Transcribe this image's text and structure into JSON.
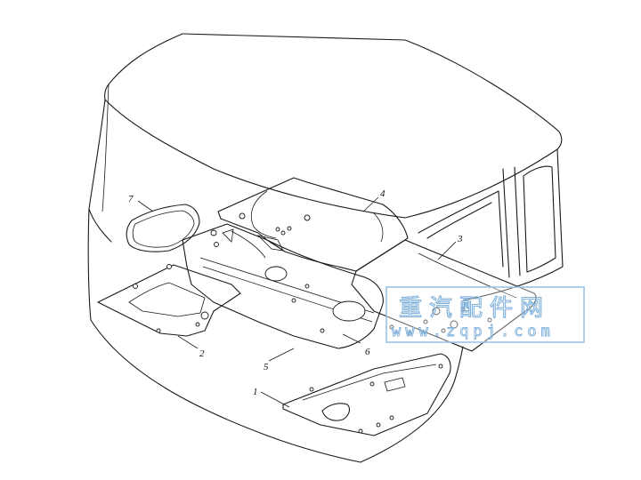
{
  "callouts": [
    {
      "id": "1",
      "label": "1"
    },
    {
      "id": "2",
      "label": "2"
    },
    {
      "id": "3",
      "label": "3"
    },
    {
      "id": "4",
      "label": "4"
    },
    {
      "id": "5",
      "label": "5"
    },
    {
      "id": "6",
      "label": "6"
    },
    {
      "id": "7",
      "label": "7"
    }
  ],
  "watermark": {
    "title": "重汽配件网",
    "url": "www.zqpj.com",
    "color": "#7fb0dc"
  }
}
